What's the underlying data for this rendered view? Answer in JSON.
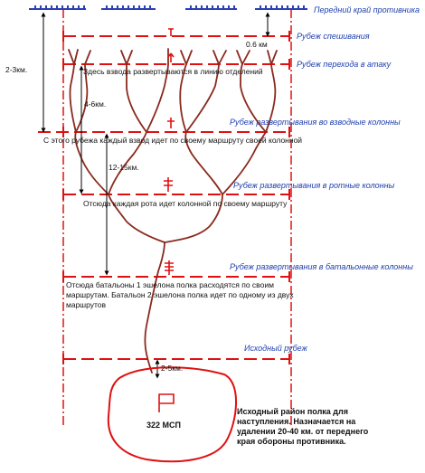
{
  "labels": {
    "enemy_edge": "Передний край противника",
    "line_dismount": "Рубеж спешивания",
    "line_attack": "Рубеж перехода в атаку",
    "line_platoon": "Рубеж развертывания во взводные колонны",
    "line_company": "Рубеж развертывания в ротные колонны",
    "line_battalion": "Рубеж развертывания в батальонные колонны",
    "line_start": "Исходный рубеж"
  },
  "notes": {
    "attack": "Здесь взвода развертываются в линию отделений",
    "platoon": "С этого рубежа каждый взвод идет по своему маршруту своей колонной",
    "company": "Отсюда каждая рота идет колонной по своему маршруту",
    "battalion_1": "Отсюда батальоны 1 эшелона полка расходятся по своим",
    "battalion_2": "маршрутам. Батальон 2 эшелона полка идет по одному из двух",
    "battalion_3": "маршрутов",
    "area_1": "Исходный район полка для",
    "area_2": "наступления. Назначается на",
    "area_3": "удалении 20-40 км. от переднего",
    "area_4": "края обороны противника."
  },
  "distances": {
    "d_06": "0.6 км",
    "d_23": "2-3км.",
    "d_46": "4-6км.",
    "d_1215": "12-15км.",
    "d_25": "2-5км."
  },
  "unit_label": "322 МСП",
  "colors": {
    "line": "#e01010",
    "route": "#8a2a1e",
    "enemy": "#2b3fb5",
    "label": "#1f3fae",
    "text": "#111111",
    "area": "#e01010"
  }
}
